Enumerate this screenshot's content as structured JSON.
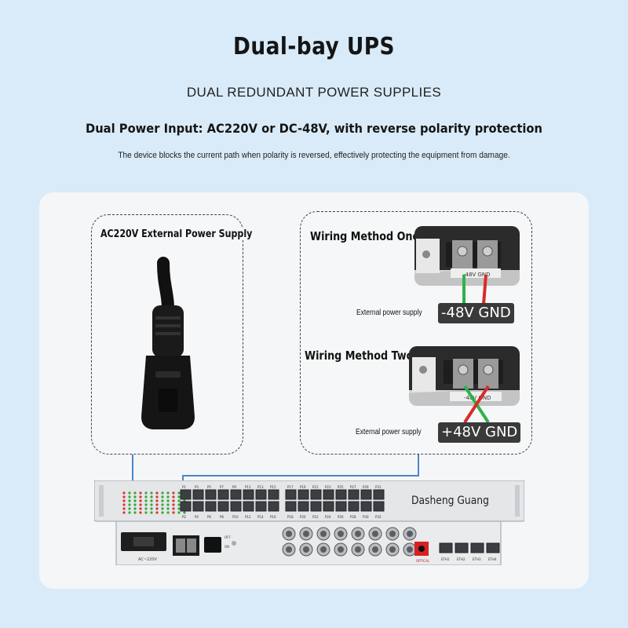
{
  "header": {
    "title": "Dual-bay UPS",
    "subtitle": "DUAL REDUNDANT POWER SUPPLIES",
    "headline": "Dual Power Input: AC220V or DC-48V, with reverse polarity protection",
    "description": "The device blocks the current path when polarity is reversed, effectively protecting the equipment from damage."
  },
  "left_panel": {
    "label": "AC220V External Power Supply"
  },
  "right_panel": {
    "method_one": {
      "label": "Wiring Method One:",
      "external_label": "External power supply",
      "polarity_text": "-48V GND",
      "terminal_text": "-48V GND"
    },
    "method_two": {
      "label": "Wiring Method Two:",
      "external_label": "External power supply",
      "polarity_text": "+48V GND",
      "terminal_text": "-48V GND"
    }
  },
  "device": {
    "brand": "Dasheng Guang",
    "ac_label": "AC~220V",
    "optical_label": "OPTICAL",
    "eth_ports": [
      "ETH1",
      "ETH2",
      "ETH3",
      "ETH4"
    ],
    "rj_top_labels": [
      "P1",
      "P3",
      "P5",
      "P7",
      "P9",
      "P11",
      "P13",
      "P15",
      "P17",
      "P19",
      "P21",
      "P23",
      "P25",
      "P27",
      "P29",
      "P31"
    ],
    "rj_bottom_labels": [
      "P2",
      "P4",
      "P6",
      "P8",
      "P10",
      "P12",
      "P14",
      "P16",
      "P18",
      "P20",
      "P22",
      "P24",
      "P26",
      "P28",
      "P30",
      "P32"
    ],
    "switch_on": "ON",
    "switch_off": "OFF"
  },
  "colors": {
    "background": "#d9ebf9",
    "card": "#f4f6f8",
    "wire_positive": "#2db34a",
    "wire_negative": "#d92b2b",
    "tag_bg": "#3a3a3a",
    "link_line": "#4a86c8"
  }
}
